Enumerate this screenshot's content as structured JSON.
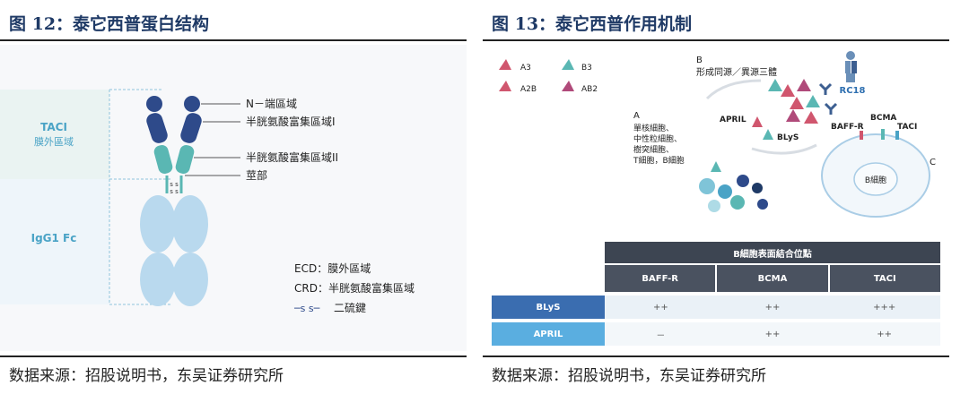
{
  "fig12": {
    "title": "图 12：泰它西普蛋白结构",
    "source": "数据来源：招股说明书，东吴证券研究所",
    "regions": {
      "taci_top": "TACI",
      "taci_bottom": "膜外區域",
      "igg": "IgG1 Fc"
    },
    "callouts": [
      "N－端區域",
      "半胱氨酸富集區域I",
      "半胱氨酸富集區域II",
      "莖部"
    ],
    "legend": [
      "ECD：膜外區域",
      "CRD：半胱氨酸富集區域",
      "二硫鍵"
    ],
    "disulfide_mark": "s s",
    "legend_disulfide_symbol": "─s s─"
  },
  "fig13": {
    "title": "图 13：泰它西普作用机制",
    "source": "数据来源：招股说明书，东吴证券研究所",
    "legend": [
      "A3",
      "B3",
      "A2B",
      "AB2"
    ],
    "label_b_top": "B",
    "label_b_desc": "形成同源／異源三體",
    "rc18": "RC18",
    "label_a": "A",
    "a_lines": [
      "單核細胞、",
      "中性粒細胞、",
      "樹突細胞、",
      "T細胞，B細胞"
    ],
    "april": "APRIL",
    "blys_label": "BLyS",
    "baffr": "BAFF-R",
    "bcma": "BCMA",
    "taci": "TACI",
    "label_c": "C",
    "bcell": "B細胞",
    "table": {
      "header": "B細胞表面結合位點",
      "columns": [
        "BAFF-R",
        "BCMA",
        "TACI"
      ],
      "rows": [
        {
          "label": "BLyS",
          "values": [
            "++",
            "++",
            "+++"
          ]
        },
        {
          "label": "APRIL",
          "values": [
            "－",
            "++",
            "++"
          ]
        }
      ]
    }
  },
  "colors": {
    "title": "#1f3a66",
    "dark_blue": "#2e4a8a",
    "teal": "#5ab7b3",
    "light_blue": "#b9d9ee",
    "region_text": "#4aa3c6",
    "table_header": "#3d4552",
    "blys_row": "#3a6db0",
    "april_row": "#5aaee0",
    "pink": "#d0566e"
  }
}
